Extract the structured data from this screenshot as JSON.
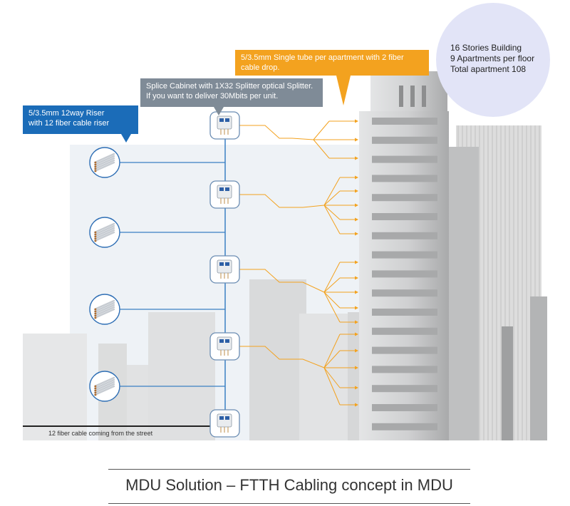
{
  "callouts": {
    "riser": {
      "line1": "5/3.5mm 12way Riser",
      "line2": "with 12 fiber cable riser",
      "color": "#1b6cb8"
    },
    "splice": {
      "line1": "Splice Cabinet with 1X32 Splitter optical Splitter.",
      "line2": "If you want to deliver 30Mbits per unit.",
      "color": "#7f8b97"
    },
    "tube": {
      "line1": "5/3.5mm Single tube per apartment with 2 fiber",
      "line2": "cable drop.",
      "color": "#f3a21f"
    }
  },
  "stats": {
    "line1": "16 Stories Building",
    "line2": "9 Apartments per floor",
    "line3": "Total apartment 108",
    "color": "#e2e4f7"
  },
  "street_label": "12 fiber cable coming from the street",
  "caption": "MDU Solution – FTTH Cabling concept in MDU",
  "colors": {
    "riser_line": "#3a7fc4",
    "drop_line": "#f3a21f",
    "building": "#c9cacb"
  },
  "icons": {
    "riser_cross_section": "fiber-bundle-icon",
    "splice_cabinet": "splice-cabinet-icon"
  }
}
